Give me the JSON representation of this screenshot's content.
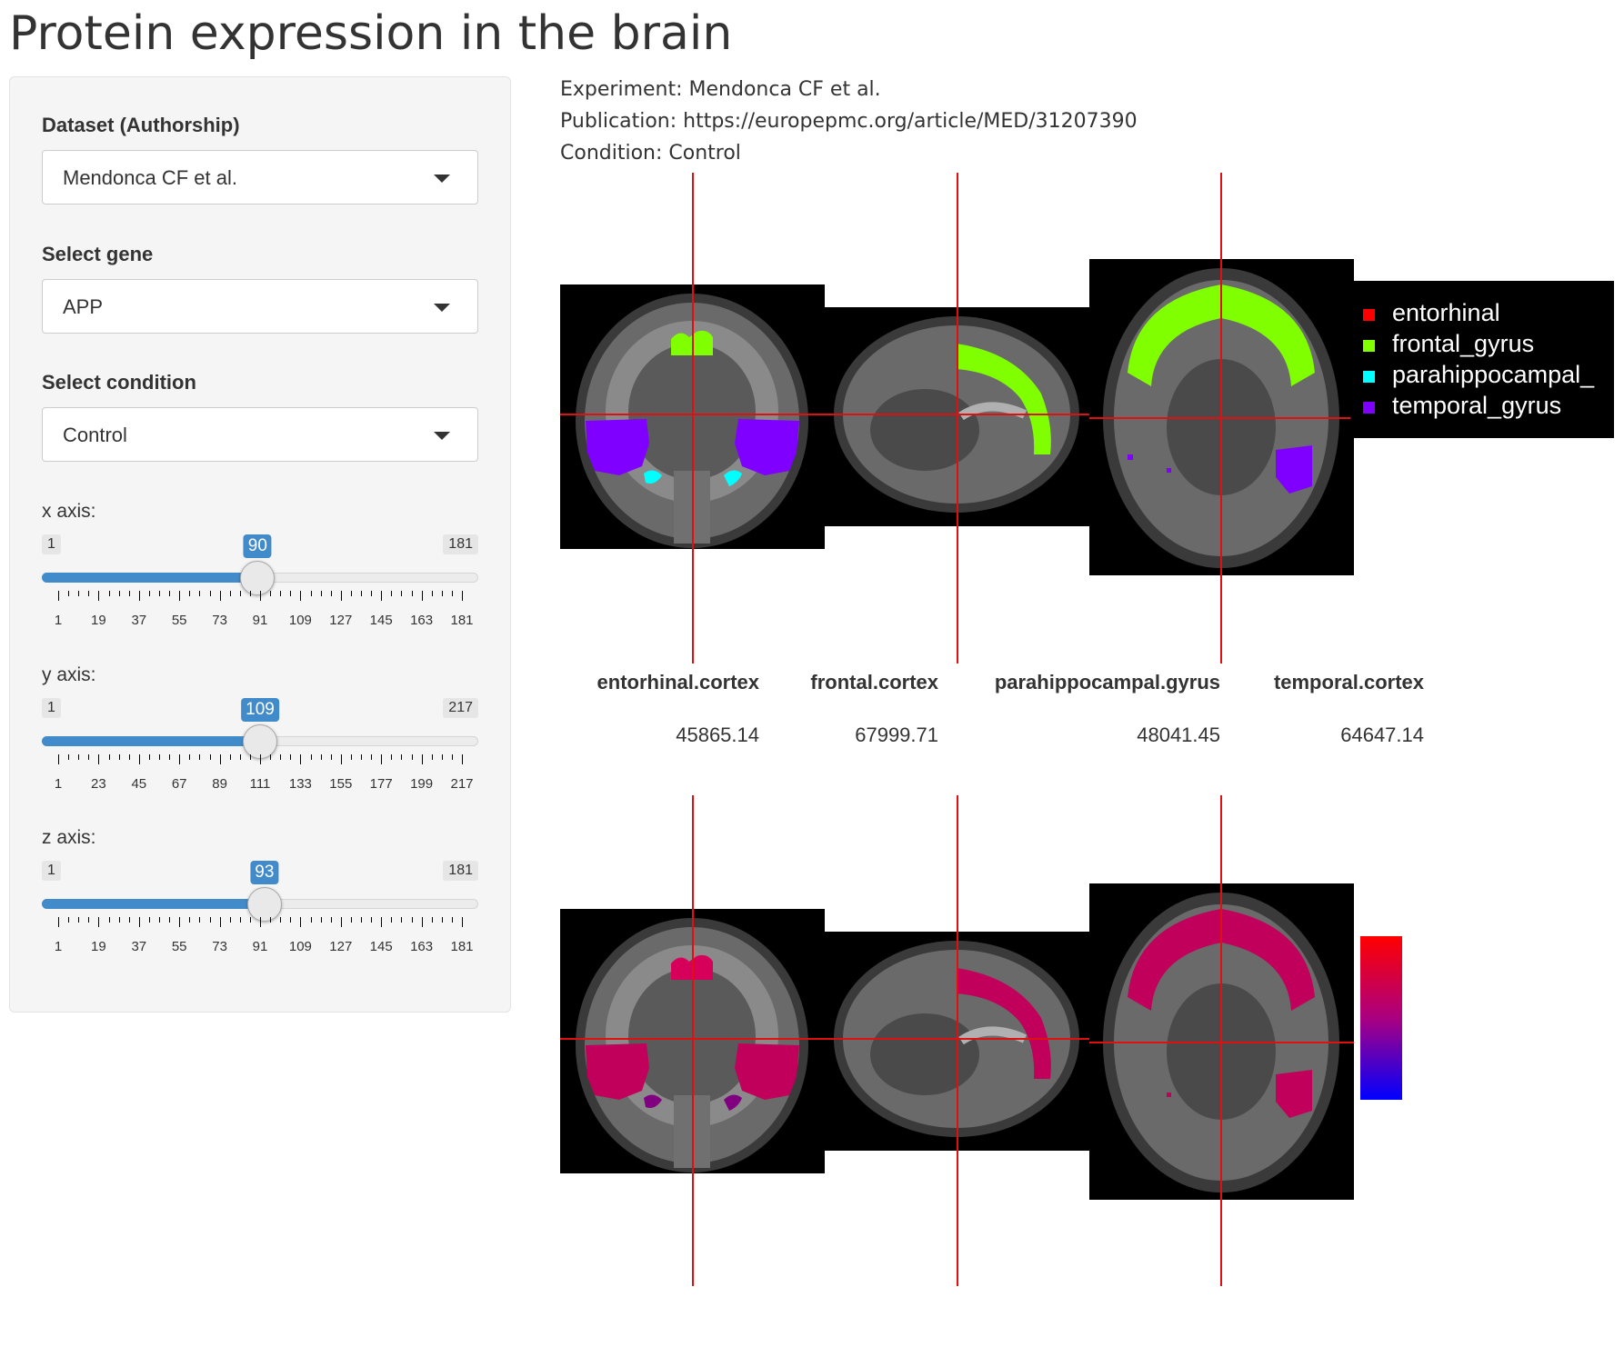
{
  "page": {
    "title": "Protein expression in the brain"
  },
  "sidebar": {
    "dataset": {
      "label": "Dataset (Authorship)",
      "value": "Mendonca CF et al."
    },
    "gene": {
      "label": "Select gene",
      "value": "APP"
    },
    "condition": {
      "label": "Select condition",
      "value": "Control"
    },
    "x_slider": {
      "label": "x axis:",
      "min": "1",
      "max": "181",
      "value": "90",
      "fraction": 0.494,
      "tick_labels": [
        "1",
        "19",
        "37",
        "55",
        "73",
        "91",
        "109",
        "127",
        "145",
        "163",
        "181"
      ]
    },
    "y_slider": {
      "label": "y axis:",
      "min": "1",
      "max": "217",
      "value": "109",
      "fraction": 0.5,
      "tick_labels": [
        "1",
        "23",
        "45",
        "67",
        "89",
        "111",
        "133",
        "155",
        "177",
        "199",
        "217"
      ]
    },
    "z_slider": {
      "label": "z axis:",
      "min": "1",
      "max": "181",
      "value": "93",
      "fraction": 0.511,
      "tick_labels": [
        "1",
        "19",
        "37",
        "55",
        "73",
        "91",
        "109",
        "127",
        "145",
        "163",
        "181"
      ]
    }
  },
  "main": {
    "experiment": "Experiment: Mendonca CF et al.",
    "publication": "Publication: https://europepmc.org/article/MED/31207390",
    "condition": "Condition: Control",
    "legend": [
      {
        "label": "entorhinal",
        "color": "#ff0000"
      },
      {
        "label": "frontal_gyrus",
        "color": "#80ff00"
      },
      {
        "label": "parahippocampal_",
        "color": "#00ffff"
      },
      {
        "label": "temporal_gyrus",
        "color": "#8000ff"
      }
    ],
    "table": {
      "headers": [
        "entorhinal.cortex",
        "frontal.cortex",
        "parahippocampal.gyrus",
        "temporal.cortex"
      ],
      "values": [
        "45865.14",
        "67999.71",
        "48041.45",
        "64647.14"
      ]
    },
    "colors": {
      "accent": "#428bca",
      "crosshair": "#e01010",
      "frontal": "#80ff00",
      "temporal": "#8000ff",
      "parahippocampal": "#00ffff",
      "expression": "#c0005a"
    }
  }
}
